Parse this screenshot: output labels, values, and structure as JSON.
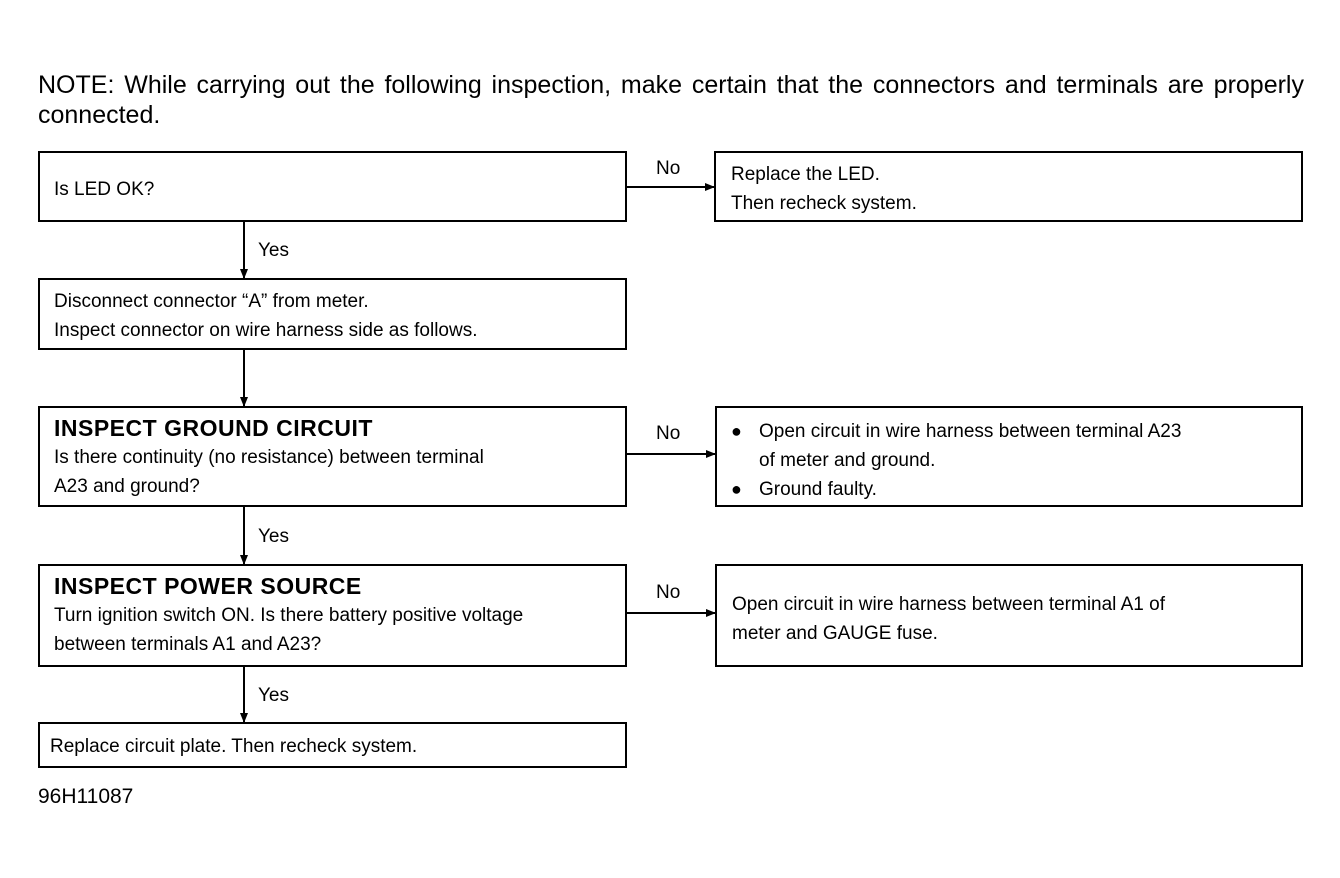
{
  "note": "NOTE:  While carrying out the following inspection, make certain that the connectors and terminals are properly connected.",
  "steps": {
    "led_check": {
      "text": "Is LED OK?"
    },
    "disconnect": {
      "lines": [
        "Disconnect connector “A” from meter.",
        "Inspect connector on wire harness side as follows."
      ]
    },
    "ground": {
      "heading": "INSPECT GROUND CIRCUIT",
      "lines": [
        "Is there continuity (no resistance) between terminal",
        "A23 and ground?"
      ]
    },
    "power": {
      "heading": "INSPECT POWER SOURCE",
      "lines": [
        "Turn ignition switch ON. Is there battery positive voltage",
        "between terminals A1 and A23?"
      ]
    },
    "replace_plate": {
      "text": "Replace circuit plate. Then recheck system."
    }
  },
  "outcomes": {
    "replace_led": {
      "lines": [
        "Replace the LED.",
        "Then recheck system."
      ]
    },
    "ground_fault": {
      "bullet_1": [
        "Open circuit in wire harness between terminal A23",
        "of meter and ground."
      ],
      "bullet_2": "Ground faulty."
    },
    "power_fault": {
      "lines": [
        "Open circuit in wire harness between terminal A1 of",
        "meter and GAUGE fuse."
      ]
    }
  },
  "labels": {
    "yes": "Yes",
    "no": "No"
  },
  "figure_id": "96H11087"
}
